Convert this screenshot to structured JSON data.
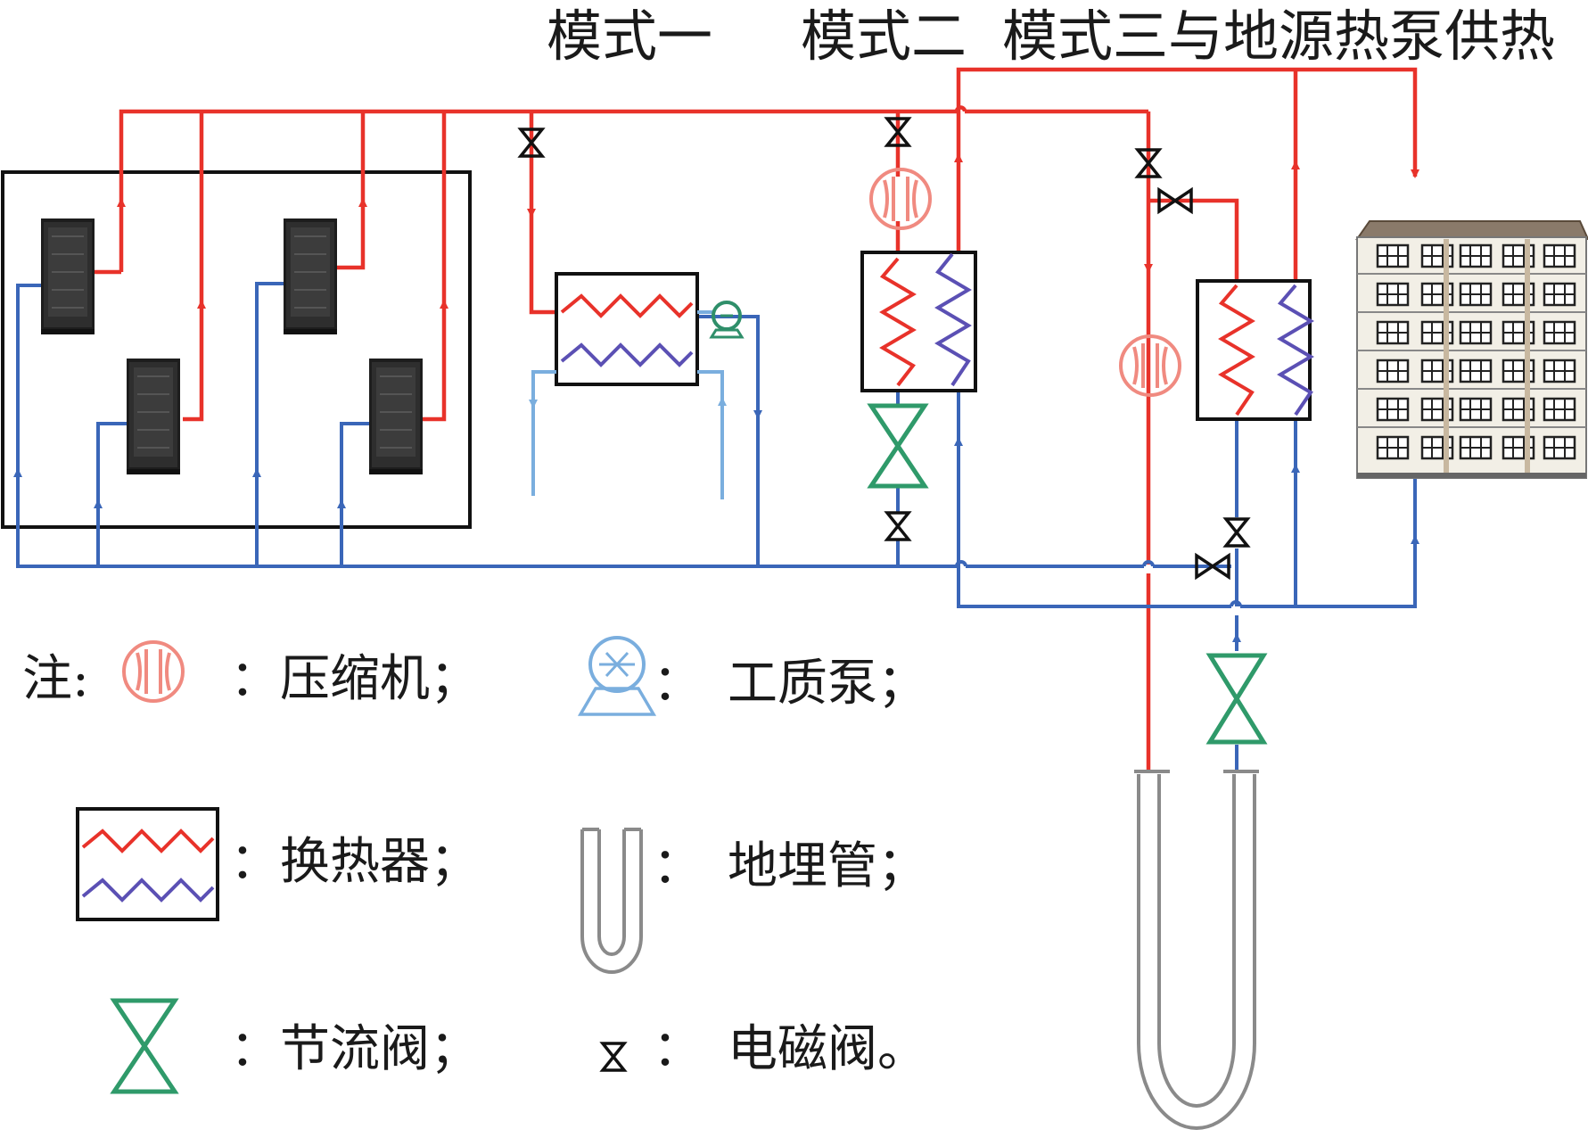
{
  "header": {
    "mode_one": "模式一",
    "mode_two": "模式二",
    "mode_three": "模式三与地源热泵供热"
  },
  "legend": {
    "note_prefix": "注:",
    "compressor": "：压缩机；",
    "working_fluid_pump": "：　工质泵；",
    "heat_exchanger": "：换热器；",
    "ground_pipe": "：　地埋管；",
    "throttle_valve": "：节流阀；",
    "solenoid_valve": "：　电磁阀。"
  },
  "colors": {
    "hot_pipe": "#e8322a",
    "cold_pipe": "#3a66b8",
    "fluid_pump": "#7aaede",
    "throttle": "#2f9a6a",
    "compressor": "#f08a80",
    "ground_pipe": "#8a8a8a"
  },
  "icons": [
    "server-rack-icon",
    "compressor-icon",
    "working-fluid-pump-icon",
    "heat-exchanger-icon",
    "ground-pipe-icon",
    "throttle-valve-icon",
    "solenoid-valve-icon",
    "building-icon"
  ]
}
